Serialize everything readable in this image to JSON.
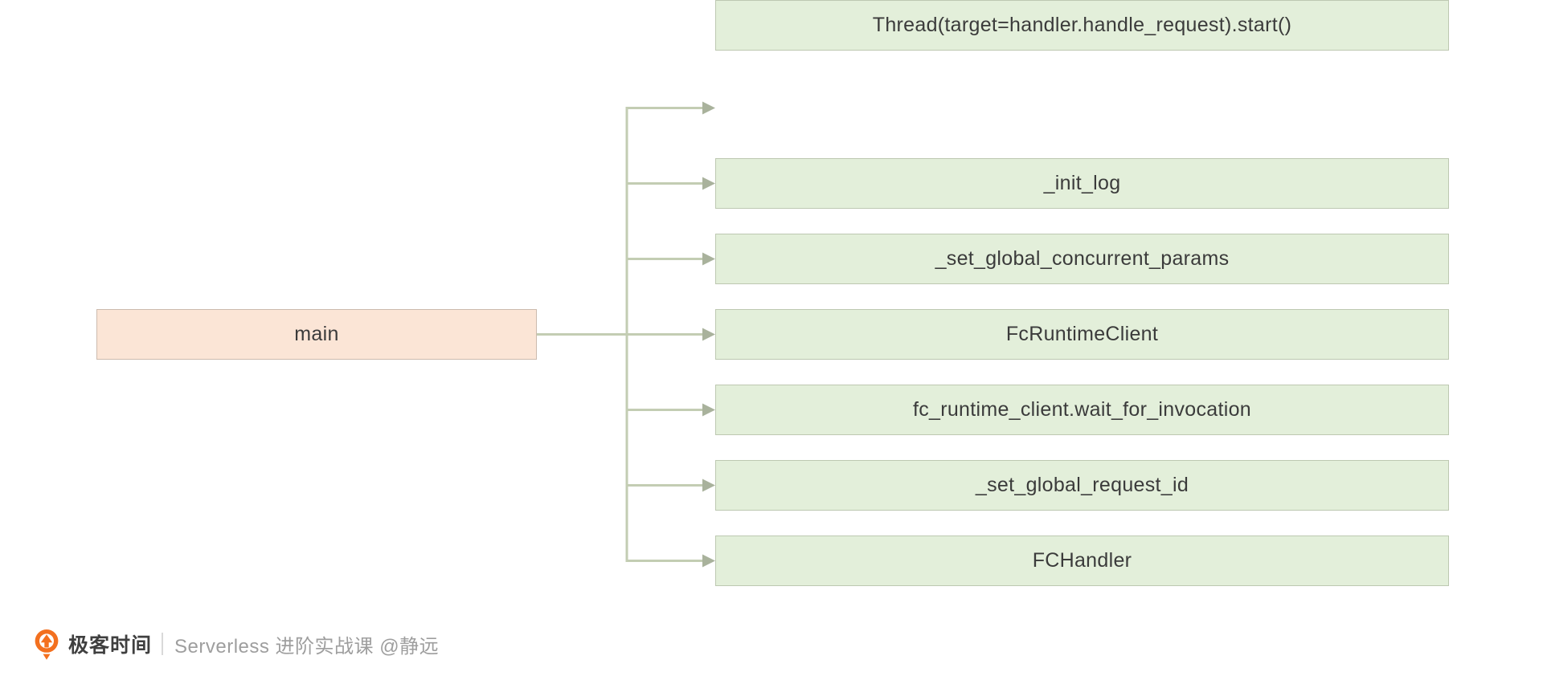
{
  "diagram": {
    "root": {
      "label": "main"
    },
    "children": [
      {
        "label": "_init_log"
      },
      {
        "label": "_set_global_concurrent_params"
      },
      {
        "label": "FcRuntimeClient"
      },
      {
        "label": "fc_runtime_client.wait_for_invocation"
      },
      {
        "label": "_set_global_request_id"
      },
      {
        "label": "FCHandler"
      },
      {
        "label": "Thread(target=handler.handle_request).start()"
      }
    ],
    "colors": {
      "root_fill": "#fbe5d6",
      "root_border": "#ccbbae",
      "child_fill": "#e3efda",
      "child_border": "#bdc8b1",
      "connector": "#c3cdb3",
      "arrowhead": "#a9b29c",
      "text": "#3b3b3b"
    }
  },
  "footer": {
    "brand": "极客时间",
    "course": "Serverless 进阶实战课 @静远",
    "logo_color": "#f3701f"
  }
}
